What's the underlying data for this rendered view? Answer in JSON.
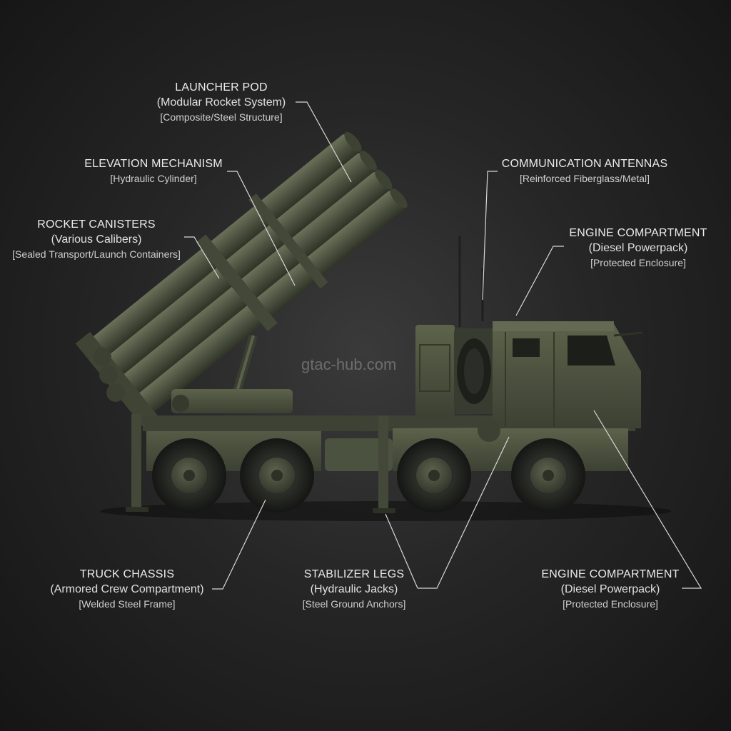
{
  "watermark": "gtac-hub.com",
  "colors": {
    "body": "#4a4f3d",
    "body_light": "#5b6149",
    "body_dark": "#2e3226",
    "tire": "#1d1f1b",
    "line": "#d8d8d8"
  },
  "labels": {
    "launcher_pod": {
      "title": "LAUNCHER POD",
      "sub": "(Modular Rocket System)",
      "mat": "[Composite/Steel Structure]"
    },
    "elevation": {
      "title": "ELEVATION MECHANISM",
      "mat": "[Hydraulic Cylinder]"
    },
    "rocket_canisters": {
      "title": "ROCKET CANISTERS",
      "sub": "(Various Calibers)",
      "mat": "[Sealed Transport/Launch Containers]"
    },
    "comm_antennas": {
      "title": "COMMUNICATION ANTENNAS",
      "mat": "[Reinforced Fiberglass/Metal]"
    },
    "engine_top": {
      "title": "ENGINE COMPARTMENT",
      "sub": "(Diesel Powerpack)",
      "mat": "[Protected Enclosure]"
    },
    "truck_chassis": {
      "title": "TRUCK CHASSIS",
      "sub": "(Armored Crew Compartment)",
      "mat": "[Welded Steel Frame]"
    },
    "stabilizer": {
      "title": "STABILIZER LEGS",
      "sub": "(Hydraulic Jacks)",
      "mat": "[Steel Ground Anchors]"
    },
    "engine_bottom": {
      "title": "ENGINE COMPARTMENT",
      "sub": "(Diesel Powerpack)",
      "mat": "[Protected Enclosure]"
    }
  }
}
